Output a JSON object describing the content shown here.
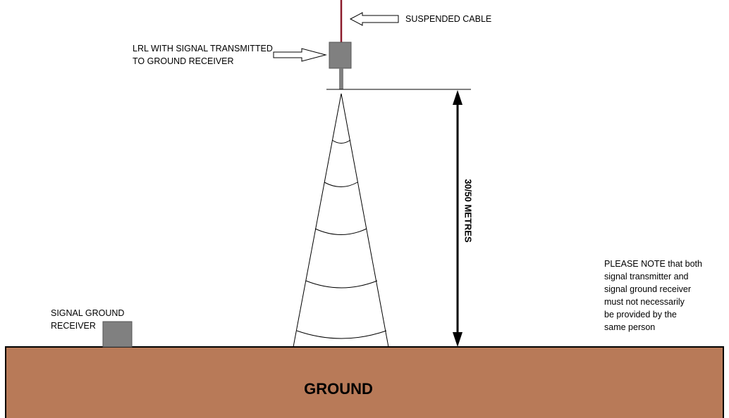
{
  "labels": {
    "suspended_cable": "SUSPENDED CABLE",
    "lrl": "LRL WITH SIGNAL TRANSMITTED\nTO GROUND RECEIVER",
    "signal_ground_receiver": "SIGNAL GROUND\nRECEIVER",
    "height": "30/50 METRES",
    "ground": "GROUND",
    "note": "PLEASE NOTE that both\nsignal transmitter and\nsignal ground receiver\nmust not necessarily\nbe provided by the\nsame person"
  },
  "colors": {
    "ground_fill": "#b87a58",
    "cable": "#8b1a2b",
    "device_fill": "#808080",
    "line": "#000000"
  }
}
